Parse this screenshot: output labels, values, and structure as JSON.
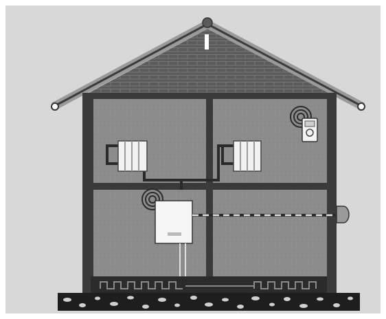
{
  "diagram": {
    "elements": {
      "roof": "roof",
      "rooms": [
        "upper-left-room",
        "upper-right-room",
        "lower-left-room",
        "lower-right-room"
      ],
      "radiators": [
        "radiator-left",
        "radiator-right"
      ],
      "boiler": "boiler",
      "thermostat": "wireless-thermostat",
      "wireless_signals": [
        "signal-thermostat",
        "signal-boiler"
      ],
      "underfloor_heating": "underfloor-heating-coil",
      "outdoor_sensor": "outdoor-sensor",
      "ground": "ground-gravel"
    },
    "colors": {
      "background": "#d9d9d9",
      "frame": "#ffffff",
      "wall": "#3a3a3a",
      "roof_fill": "#5a5a5a",
      "roof_tiles": "#8c8c8c",
      "interior": "#8a8a8a",
      "pipe": "#2a2a2a",
      "pipe_dashed": "#e0e0e0",
      "appliance": "#f4f4f4",
      "ground": "#1e1e1e"
    }
  }
}
